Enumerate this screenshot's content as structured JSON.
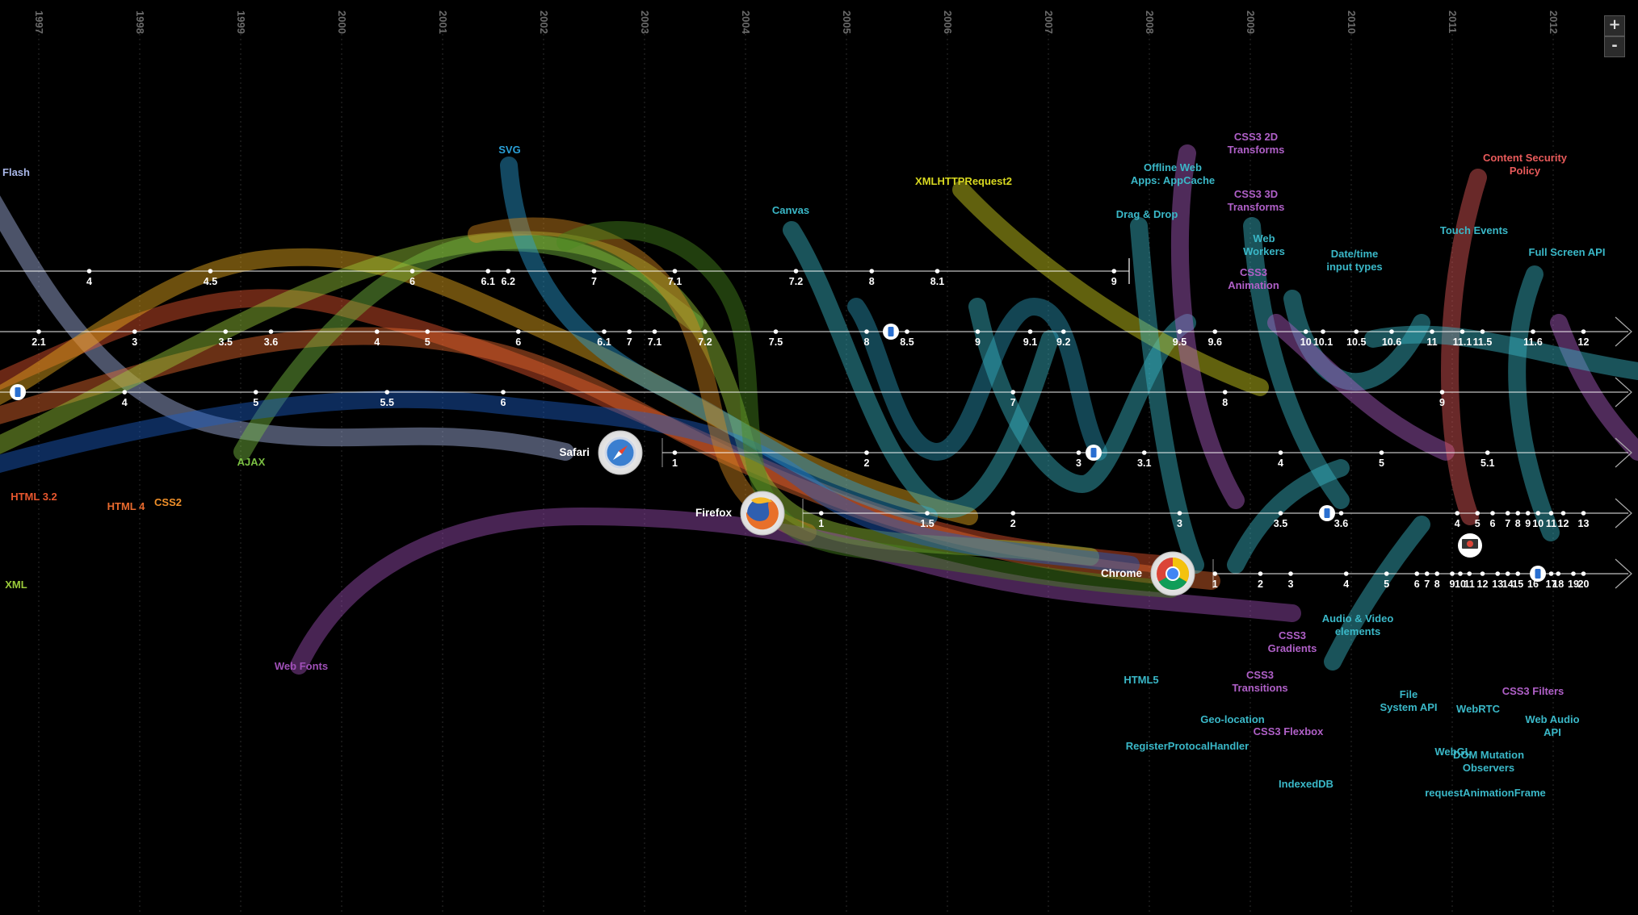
{
  "zoom": {
    "in_label": "+",
    "out_label": "-"
  },
  "chart_data": {
    "type": "timeline",
    "title": "",
    "xaxis": {
      "unit": "year",
      "range": [
        1996.8,
        2012.6
      ],
      "ticks": [
        "1997",
        "1998",
        "1999",
        "2000",
        "2001",
        "2002",
        "2003",
        "2004",
        "2005",
        "2006",
        "2007",
        "2008",
        "2009",
        "2010",
        "2011",
        "2012"
      ]
    },
    "grid": true,
    "browsers": [
      {
        "name": "",
        "color": "#ffffff",
        "versions": [
          {
            "label": "4",
            "x": 1997.5
          },
          {
            "label": "4.5",
            "x": 1998.7
          },
          {
            "label": "6",
            "x": 2000.7
          },
          {
            "label": "6.1",
            "x": 2001.45
          },
          {
            "label": "6.2",
            "x": 2001.65
          },
          {
            "label": "7",
            "x": 2002.5
          },
          {
            "label": "7.1",
            "x": 2003.3
          },
          {
            "label": "7.2",
            "x": 2004.5
          },
          {
            "label": "8",
            "x": 2005.25
          },
          {
            "label": "8.1",
            "x": 2005.9
          },
          {
            "label": "9",
            "x": 2007.65
          }
        ]
      },
      {
        "name": "",
        "color": "#ffffff",
        "versions": [
          {
            "label": "2.1",
            "x": 1997.0
          },
          {
            "label": "3",
            "x": 1997.95
          },
          {
            "label": "3.5",
            "x": 1998.85
          },
          {
            "label": "3.6",
            "x": 1999.3
          },
          {
            "label": "4",
            "x": 2000.35
          },
          {
            "label": "5",
            "x": 2000.85
          },
          {
            "label": "6",
            "x": 2001.75
          },
          {
            "label": "6.1",
            "x": 2002.6
          },
          {
            "label": "7",
            "x": 2002.85
          },
          {
            "label": "7.1",
            "x": 2003.1
          },
          {
            "label": "7.2",
            "x": 2003.6
          },
          {
            "label": "7.5",
            "x": 2004.3
          },
          {
            "label": "8",
            "x": 2005.2
          },
          {
            "label": "8.5",
            "x": 2005.6
          },
          {
            "label": "9",
            "x": 2006.3
          },
          {
            "label": "9.1",
            "x": 2006.82
          },
          {
            "label": "9.2",
            "x": 2007.15
          },
          {
            "label": "9.5",
            "x": 2008.3
          },
          {
            "label": "9.6",
            "x": 2008.65
          },
          {
            "label": "10",
            "x": 2009.55
          },
          {
            "label": "10.1",
            "x": 2009.72
          },
          {
            "label": "10.5",
            "x": 2010.05
          },
          {
            "label": "10.6",
            "x": 2010.4
          },
          {
            "label": "11",
            "x": 2010.8
          },
          {
            "label": "11.1",
            "x": 2011.1
          },
          {
            "label": "11.5",
            "x": 2011.3
          },
          {
            "label": "11.6",
            "x": 2011.8
          },
          {
            "label": "12",
            "x": 2012.3
          }
        ]
      },
      {
        "name": "",
        "color": "#ffffff",
        "versions": [
          {
            "label": "4",
            "x": 1997.85
          },
          {
            "label": "5",
            "x": 1999.15
          },
          {
            "label": "5.5",
            "x": 2000.45
          },
          {
            "label": "6",
            "x": 2001.6
          },
          {
            "label": "7",
            "x": 2006.65
          },
          {
            "label": "8",
            "x": 2008.75
          },
          {
            "label": "9",
            "x": 2010.9
          }
        ]
      },
      {
        "name": "Safari",
        "color": "#ffffff",
        "versions": [
          {
            "label": "1",
            "x": 2003.3
          },
          {
            "label": "2",
            "x": 2005.2
          },
          {
            "label": "3",
            "x": 2007.3
          },
          {
            "label": "3.1",
            "x": 2007.95
          },
          {
            "label": "4",
            "x": 2009.3
          },
          {
            "label": "5",
            "x": 2010.3
          },
          {
            "label": "5.1",
            "x": 2011.35
          }
        ]
      },
      {
        "name": "Firefox",
        "color": "#ffffff",
        "versions": [
          {
            "label": "1",
            "x": 2004.75
          },
          {
            "label": "1.5",
            "x": 2005.8
          },
          {
            "label": "2",
            "x": 2006.65
          },
          {
            "label": "3",
            "x": 2008.3
          },
          {
            "label": "3.5",
            "x": 2009.3
          },
          {
            "label": "3.6",
            "x": 2009.9
          },
          {
            "label": "4",
            "x": 2011.05
          },
          {
            "label": "5",
            "x": 2011.25
          },
          {
            "label": "6",
            "x": 2011.4
          },
          {
            "label": "7",
            "x": 2011.55
          },
          {
            "label": "8",
            "x": 2011.65
          },
          {
            "label": "9",
            "x": 2011.75
          },
          {
            "label": "10",
            "x": 2011.85
          },
          {
            "label": "11",
            "x": 2011.98
          },
          {
            "label": "12",
            "x": 2012.1
          },
          {
            "label": "13",
            "x": 2012.3
          }
        ]
      },
      {
        "name": "Chrome",
        "color": "#ffffff",
        "versions": [
          {
            "label": "1",
            "x": 2008.65
          },
          {
            "label": "2",
            "x": 2009.1
          },
          {
            "label": "3",
            "x": 2009.4
          },
          {
            "label": "4",
            "x": 2009.95
          },
          {
            "label": "5",
            "x": 2010.35
          },
          {
            "label": "6",
            "x": 2010.65
          },
          {
            "label": "7",
            "x": 2010.75
          },
          {
            "label": "8",
            "x": 2010.85
          },
          {
            "label": "9",
            "x": 2011.0
          },
          {
            "label": "10",
            "x": 2011.08
          },
          {
            "label": "11",
            "x": 2011.17
          },
          {
            "label": "12",
            "x": 2011.3
          },
          {
            "label": "13",
            "x": 2011.45
          },
          {
            "label": "14",
            "x": 2011.55
          },
          {
            "label": "15",
            "x": 2011.65
          },
          {
            "label": "16",
            "x": 2011.8
          },
          {
            "label": "17",
            "x": 2011.98
          },
          {
            "label": "18",
            "x": 2012.05
          },
          {
            "label": "19",
            "x": 2012.2
          },
          {
            "label": "20",
            "x": 2012.3
          }
        ]
      }
    ],
    "technologies": [
      {
        "name": "Flash",
        "color": "#a9b7e8",
        "x": 1996.8
      },
      {
        "name": "HTML 3.2",
        "color": "#e8572e",
        "x": 1997.1
      },
      {
        "name": "HTML 4",
        "color": "#e86a2e",
        "x": 1997.8
      },
      {
        "name": "CSS2",
        "color": "#f0902a",
        "x": 1998.2
      },
      {
        "name": "XML",
        "color": "#9ccc3a",
        "x": 1996.9
      },
      {
        "name": "AJAX",
        "color": "#7bc043",
        "x": 1999.0
      },
      {
        "name": "SVG",
        "color": "#2aa0d8",
        "x": 2001.5
      },
      {
        "name": "Web Fonts",
        "color": "#a050b8",
        "x": 2000.0
      },
      {
        "name": "Canvas",
        "color": "#3ab8c8",
        "x": 2005.0
      },
      {
        "name": "XMLHTTPRequest2",
        "color": "#d8d820",
        "x": 2006.0
      },
      {
        "name": "Drag & Drop",
        "color": "#3ab8c8",
        "x": 2008.0
      },
      {
        "name": "Offline Web Apps: AppCache",
        "color": "#3ab8c8",
        "x": 2008.3
      },
      {
        "name": "CSS3 2D Transforms",
        "color": "#b060c8",
        "x": 2009.1
      },
      {
        "name": "CSS3 3D Transforms",
        "color": "#b060c8",
        "x": 2009.1
      },
      {
        "name": "Web Workers",
        "color": "#3ab8c8",
        "x": 2009.2
      },
      {
        "name": "CSS3 Animation",
        "color": "#b060c8",
        "x": 2009.1
      },
      {
        "name": "Date/time input types",
        "color": "#3ab8c8",
        "x": 2010.1
      },
      {
        "name": "Touch Events",
        "color": "#3ab8c8",
        "x": 2011.3
      },
      {
        "name": "Content Security Policy",
        "color": "#e85a5a",
        "x": 2011.8
      },
      {
        "name": "Full Screen API",
        "color": "#3ab8c8",
        "x": 2012.0
      },
      {
        "name": "HTML5",
        "color": "#3ab8c8",
        "x": 2008.0
      },
      {
        "name": "RegisterProtocalHandler",
        "color": "#3ab8c8",
        "x": 2008.3
      },
      {
        "name": "Geo-location",
        "color": "#3ab8c8",
        "x": 2008.9
      },
      {
        "name": "CSS3 Transitions",
        "color": "#b060c8",
        "x": 2009.0
      },
      {
        "name": "CSS3 Gradients",
        "color": "#b060c8",
        "x": 2009.3
      },
      {
        "name": "CSS3 Flexbox",
        "color": "#b060c8",
        "x": 2009.4
      },
      {
        "name": "IndexedDB",
        "color": "#3ab8c8",
        "x": 2009.5
      },
      {
        "name": "Audio & Video elements",
        "color": "#3ab8c8",
        "x": 2010.1
      },
      {
        "name": "File System API",
        "color": "#3ab8c8",
        "x": 2010.5
      },
      {
        "name": "WebGL",
        "color": "#3ab8c8",
        "x": 2010.9
      },
      {
        "name": "WebRTC",
        "color": "#3ab8c8",
        "x": 2011.2
      },
      {
        "name": "DOM Mutation Observers",
        "color": "#3ab8c8",
        "x": 2011.4
      },
      {
        "name": "requestAnimationFrame",
        "color": "#3ab8c8",
        "x": 2011.3
      },
      {
        "name": "CSS3 Filters",
        "color": "#b060c8",
        "x": 2011.7
      },
      {
        "name": "Web Audio API",
        "color": "#3ab8c8",
        "x": 2012.0
      }
    ]
  }
}
